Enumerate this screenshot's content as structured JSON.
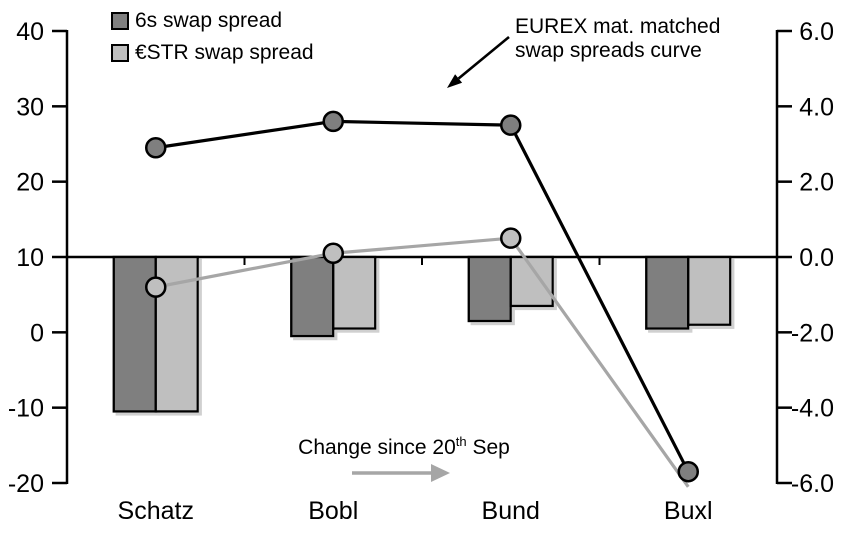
{
  "legend": {
    "items": [
      {
        "label": "6s swap spread",
        "color": "#7f7f7f"
      },
      {
        "label": "€STR swap spread",
        "color": "#bfbfbf"
      }
    ]
  },
  "annotations": {
    "curve": {
      "line1": "EUREX mat. matched",
      "line2": "swap spreads curve"
    },
    "change": {
      "pre": "Change since 20",
      "sup": "th",
      "post": " Sep"
    }
  },
  "colors": {
    "dark_series": "#7f7f7f",
    "light_series": "#bfbfbf",
    "black_line": "#000000",
    "gray_line": "#a6a6a6",
    "axis": "#000000",
    "bar_shadow": "#d0d0d0",
    "background": "#ffffff"
  },
  "chart_data": {
    "type": "combo",
    "categories": [
      "Schatz",
      "Bobl",
      "Bund",
      "Buxl"
    ],
    "left_axis": {
      "min": -20,
      "max": 40,
      "tick_labels": [
        "40",
        "30",
        "20",
        "10",
        "0",
        "-10",
        "-20"
      ]
    },
    "right_axis": {
      "min": -6,
      "max": 6,
      "tick_labels": [
        "6.0",
        "4.0",
        "2.0",
        "0.0",
        "-2.0",
        "-4.0",
        "-6.0"
      ]
    },
    "series": [
      {
        "name": "6s swap spread",
        "type": "bar",
        "axis": "right",
        "color": "#7f7f7f",
        "values": [
          -4.1,
          -2.1,
          -1.7,
          -1.9
        ]
      },
      {
        "name": "€STR swap spread",
        "type": "bar",
        "axis": "right",
        "color": "#bfbfbf",
        "values": [
          -4.1,
          -1.9,
          -1.3,
          -1.8
        ]
      },
      {
        "name": "6s swap spread curve",
        "type": "line",
        "axis": "left",
        "color": "#000000",
        "marker_fill": "#7f7f7f",
        "values": [
          24.5,
          28,
          27.5,
          -18.5
        ],
        "marker_visible": [
          true,
          true,
          true,
          true
        ]
      },
      {
        "name": "€STR swap spread curve",
        "type": "line",
        "axis": "left",
        "color": "#a6a6a6",
        "marker_fill": "#bfbfbf",
        "values": [
          6,
          10.5,
          12.5,
          -20.5
        ],
        "marker_visible": [
          true,
          true,
          true,
          false
        ]
      }
    ],
    "annotation_arrow_target": "curve between Bobl and Bund",
    "legend_position": "top-left",
    "grid": false
  }
}
